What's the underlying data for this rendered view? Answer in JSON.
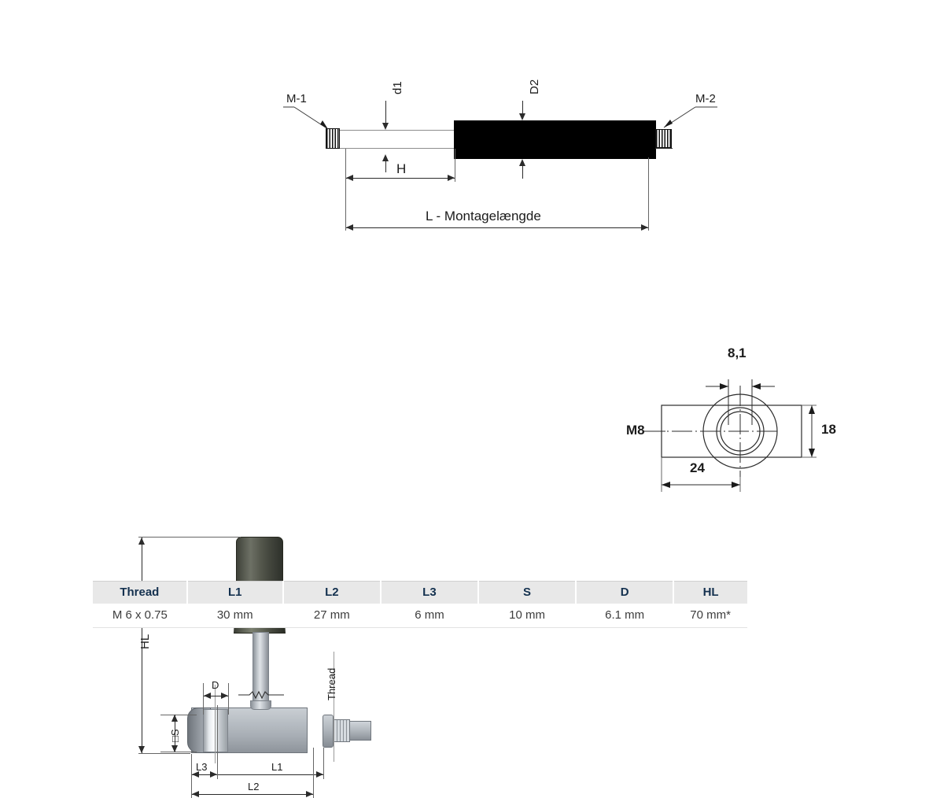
{
  "drawing": {
    "title": "Gas spring / lockable gas strut technical drawing",
    "top_view": {
      "name": "gas-spring-side-view",
      "labels": {
        "m1": "M-1",
        "m2": "M-2",
        "d1": "d1",
        "d2": "D2",
        "h": "H",
        "l": "L - Montagelængde"
      }
    },
    "assembly_view": {
      "name": "release-lever-assembly-view",
      "labels": {
        "hl": "HL",
        "s": "□S",
        "d": "D",
        "thread": "Thread",
        "l1": "L1",
        "l2": "L2",
        "l3": "L3"
      }
    },
    "end_view": {
      "name": "bracket-end-view",
      "labels": {
        "m8": "M8",
        "bore": "8,1",
        "height": "18",
        "width": "24"
      }
    }
  },
  "spec_table": {
    "headers": [
      "Thread",
      "L1",
      "L2",
      "L3",
      "S",
      "D",
      "HL"
    ],
    "rows": [
      [
        "M 6 x 0.75",
        "30 mm",
        "27 mm",
        "6 mm",
        "10 mm",
        "6.1 mm",
        "70 mm*"
      ]
    ]
  },
  "colors": {
    "line": "#2b2b2b",
    "cylinder": "#000000",
    "knob": "#4a4d43",
    "metal": "#b0b6bc",
    "table_header_bg": "#e8e8e8",
    "table_header_text": "#14314f"
  }
}
